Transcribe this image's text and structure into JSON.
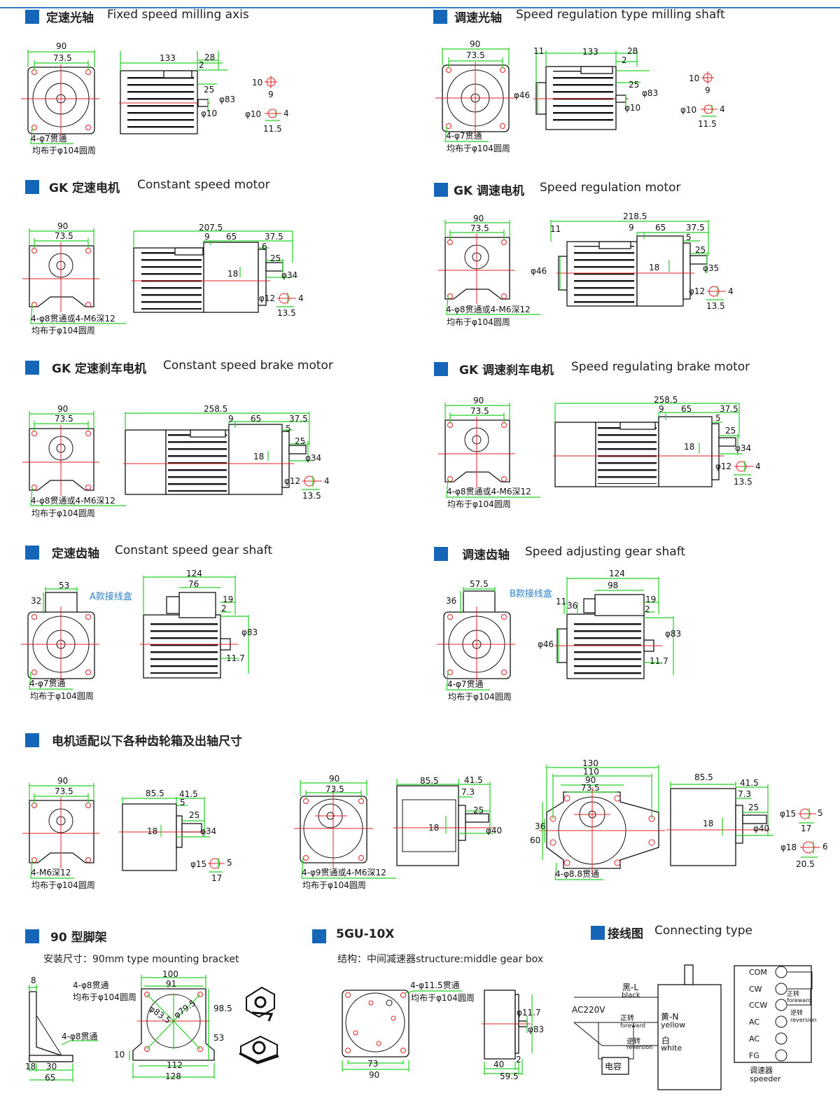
{
  "sections": {
    "fixed_axis": {
      "cn": "定速光轴",
      "en": "Fixed speed milling axis"
    },
    "speed_reg_shaft": {
      "cn": "调速光轴",
      "en": "Speed regulation type milling shaft"
    },
    "gk_constant": {
      "cn": "GK 定速电机",
      "en": "Constant  speed motor"
    },
    "gk_speedreg": {
      "cn": "GK 调速电机",
      "en": "Speed regulation motor"
    },
    "gk_const_brake": {
      "cn": "GK 定速刹车电机",
      "en": "Constant speed brake motor"
    },
    "gk_reg_brake": {
      "cn": "GK 调速刹车电机",
      "en": "Speed regulating brake motor"
    },
    "const_gear": {
      "cn": "定速齿轴",
      "en": "Constant speed gear shaft"
    },
    "adj_gear": {
      "cn": "调速齿轴",
      "en": "Speed adjusting gear shaft"
    },
    "gearbox": {
      "cn": "电机适配以下各种齿轮箱及出轴尺寸"
    },
    "bracket": {
      "cn": "90 型脚架",
      "sub": "安装尺寸：90mm type mounting bracket"
    },
    "gu": {
      "cn": "5GU-10X",
      "sub": "结构：中间减速器structure:middle gear box"
    },
    "wiring": {
      "cn": "接线图",
      "en": "Connecting type"
    }
  },
  "notes": {
    "holes_7": "4-φ7贯通",
    "pcd_104": "均布于φ104圆周",
    "holes_8_m6": "4-φ8贯通或4-M6深12",
    "holes_m6": "4-M6深12",
    "holes_9_m6": "4-φ9贯通或4-M6深12",
    "holes_8_8": "4-φ8.8贯通",
    "holes_8": "4-φ8贯通",
    "holes_11_5": "4-φ11.5贯通",
    "box_a": "A款接线盒",
    "box_b": "B款接线盒"
  },
  "dims": {
    "d90": "90",
    "d73_5": "73.5",
    "d133": "133",
    "d28": "28",
    "d2": "2",
    "d25": "25",
    "phi83": "φ83",
    "phi10": "φ10",
    "d10": "10",
    "d9": "9",
    "d4": "4",
    "d11_5": "11.5",
    "d11": "11",
    "phi46": "φ46",
    "d207_5": "207.5",
    "d65": "65",
    "d37_5": "37.5",
    "d6": "6",
    "d5": "5",
    "d18": "18",
    "phi34": "φ34",
    "phi12": "φ12",
    "d13_5": "13.5",
    "d218_5": "218.5",
    "phi35": "φ35",
    "d258_5": "258.5",
    "d53": "53",
    "d32": "32",
    "d124": "124",
    "d76": "76",
    "d19": "19",
    "d11_7": "11.7",
    "d57_5": "57.5",
    "d36": "36",
    "d98": "98",
    "d85_5": "85.5",
    "d41_5": "41.5",
    "phi15": "φ15",
    "d17": "17",
    "d7_3": "7.3",
    "phi40": "φ40",
    "d130": "130",
    "d110": "110",
    "d60": "60",
    "phi18": "φ18",
    "d20_5": "20.5",
    "d8": "8",
    "d100": "100",
    "d91": "91",
    "phi83_5": "φ83.5",
    "phi79_5": "φ79.5",
    "d98_5": "98.5",
    "d30": "30",
    "d112": "112",
    "d128": "128",
    "phi11_7": "φ11.7",
    "d40": "40",
    "d59_5": "59.5",
    "d73": "73"
  },
  "wiring": {
    "black": "黑-L",
    "black_en": "black",
    "ac": "AC220V",
    "fwd": "正转",
    "fwd_en": "foreward",
    "rev": "逆转",
    "rev_en": "reversion",
    "yellow": "黄-N",
    "yellow_en": "yellow",
    "white": "白",
    "white_en": "white",
    "cap": "电容",
    "terms": [
      "COM",
      "CW",
      "CCW",
      "AC",
      "AC",
      "FG"
    ],
    "speeder": "调速器",
    "speeder_en": "speeder",
    "fwd_r": "正转",
    "fwd_r_en": "foreward",
    "rev_r": "逆转",
    "rev_r_en": "reversion"
  },
  "colors": {
    "accent": "#1565b8",
    "dimension": "#22d022",
    "centerline": "#e02020"
  }
}
